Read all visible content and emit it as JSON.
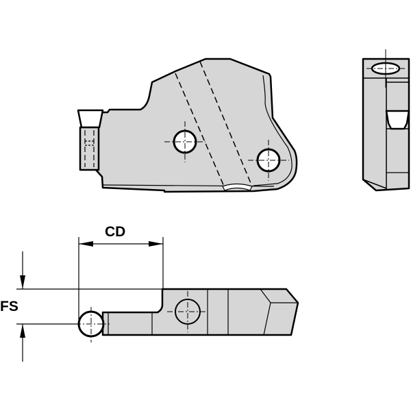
{
  "drawing": {
    "fill_color": "#d6d6d6",
    "line_color": "#000000",
    "views": [
      "side-view",
      "end-view",
      "top-view"
    ]
  },
  "dimensions": {
    "cd_label": "CD",
    "fs_label": "FS"
  }
}
